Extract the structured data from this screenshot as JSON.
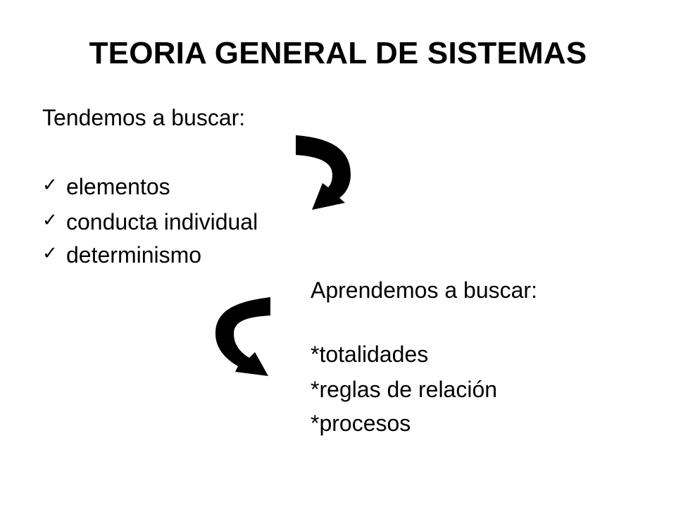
{
  "slide": {
    "title": "TEORIA GENERAL DE SISTEMAS",
    "intro": "Tendemos a buscar:",
    "items": [
      {
        "check": "✓",
        "label": "elementos"
      },
      {
        "check": "✓",
        "label": "conducta individual"
      },
      {
        "check": "✓",
        "label": "determinismo"
      }
    ],
    "second_intro": "Aprendemos a buscar:",
    "second_items": [
      "*totalidades",
      "*reglas de relación",
      "*procesos"
    ],
    "icons": {
      "top_arrow": "curved-arrow-right-icon",
      "bottom_arrow": "curved-arrow-left-icon"
    },
    "colors": {
      "text": "#000000",
      "background": "#ffffff"
    }
  }
}
